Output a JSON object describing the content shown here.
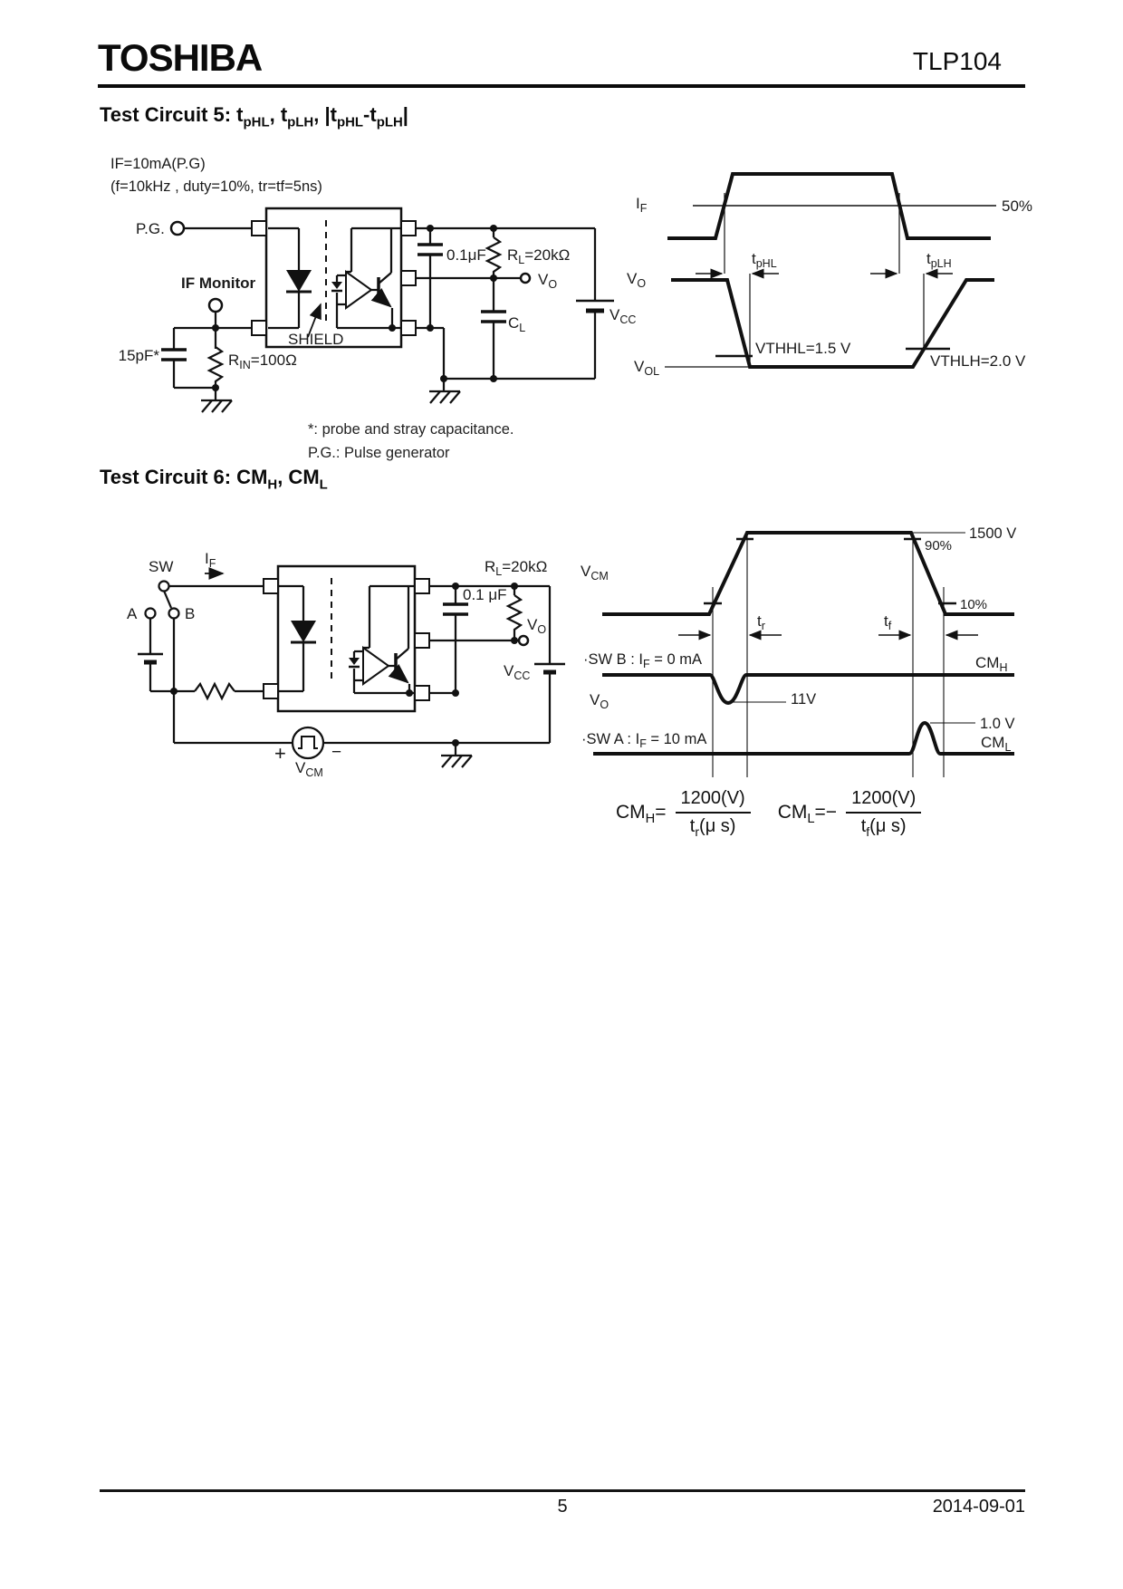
{
  "header": {
    "brand": "TOSHIBA",
    "part": "TLP104"
  },
  "tc5": {
    "title": {
      "p1": "Test Circuit 5: t",
      "s1": "pHL",
      "p2": ", t",
      "s2": "pLH",
      "p3": ", |t",
      "s3": "pHL",
      "p4": "-t",
      "s4": "pLH",
      "p5": "|"
    },
    "cond1": "IF=10mA(P.G)",
    "cond2": "(f=10kHz , duty=10%, tr=tf=5ns)",
    "pg": "P.G.",
    "if_monitor": "IF Monitor",
    "c15": "15pF*",
    "rin": {
      "main": "R",
      "sub": "IN",
      "rest": "=100Ω"
    },
    "shield": "SHIELD",
    "c01": "0.1μF",
    "rl": {
      "main": "R",
      "sub": "L",
      "rest": "=20kΩ"
    },
    "vo": {
      "main": "V",
      "sub": "O"
    },
    "cl": {
      "main": "C",
      "sub": "L"
    },
    "vcc": {
      "main": "V",
      "sub": "CC"
    },
    "note1": "*: probe and stray capacitance.",
    "note2": "P.G.: Pulse generator"
  },
  "wf5": {
    "if": {
      "main": "I",
      "sub": "F"
    },
    "p50": "50%",
    "tphl": {
      "main": "t",
      "sub": "pHL"
    },
    "tplh": {
      "main": "t",
      "sub": "pLH"
    },
    "vo": {
      "main": "V",
      "sub": "O"
    },
    "vol": {
      "main": "V",
      "sub": "OL"
    },
    "vthhl": "VTHHL=1.5 V",
    "vthlh": "VTHLH=2.0 V"
  },
  "tc6": {
    "title": {
      "p1": "Test Circuit 6: CM",
      "s1": "H",
      "p2": ", CM",
      "s2": "L"
    },
    "sw": "SW",
    "if": {
      "main": "I",
      "sub": "F"
    },
    "a": "A",
    "b": "B",
    "rl": {
      "main": "R",
      "sub": "L",
      "rest": "=20kΩ"
    },
    "c01": "0.1 μF",
    "vo": {
      "main": "V",
      "sub": "O"
    },
    "vcc": {
      "main": "V",
      "sub": "CC"
    },
    "vcm": {
      "main": "V",
      "sub": "CM"
    },
    "plus": "+",
    "minus": "−"
  },
  "wf6": {
    "vcm": {
      "main": "V",
      "sub": "CM"
    },
    "v1500": "1500 V",
    "p90": "90%",
    "p10": "10%",
    "tr": {
      "main": "t",
      "sub": "r"
    },
    "tf": {
      "main": "t",
      "sub": "f"
    },
    "swb": {
      "pre": "·SW B : I",
      "sub": "F",
      "post": " = 0 mA"
    },
    "swa": {
      "pre": "·SW A : I",
      "sub": "F",
      "post": " = 10 mA"
    },
    "cmh": {
      "main": "CM",
      "sub": "H"
    },
    "cml": {
      "main": "CM",
      "sub": "L"
    },
    "v11": "11V",
    "v10": "1.0 V",
    "vo": {
      "main": "V",
      "sub": "O"
    }
  },
  "formulas": {
    "f1": {
      "lhs_main": "CM",
      "lhs_sub": "H",
      "eq": "=",
      "num": "1200(V)",
      "den_main": "t",
      "den_sub": "r",
      "den_rest": "(μ s)"
    },
    "f2": {
      "lhs_main": "CM",
      "lhs_sub": "L",
      "eq": "=−",
      "num": "1200(V)",
      "den_main": "t",
      "den_sub": "f",
      "den_rest": "(μ s)"
    }
  },
  "footer": {
    "page": "5",
    "date": "2014-09-01"
  }
}
